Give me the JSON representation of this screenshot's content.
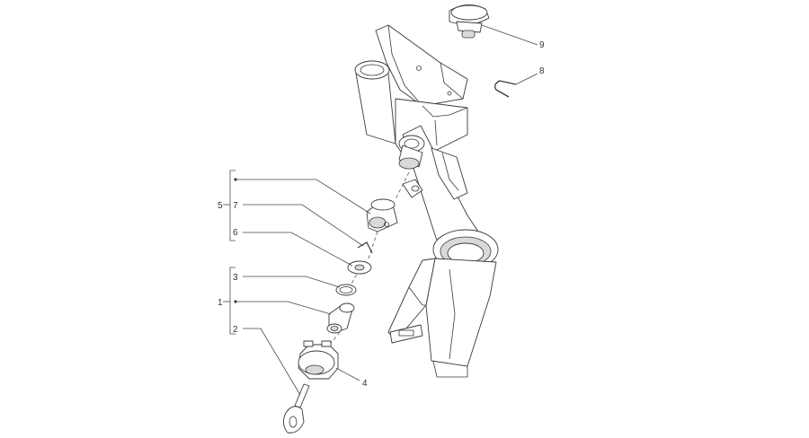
{
  "callouts": {
    "c1": "1",
    "c2": "2",
    "c3": "3",
    "c4": "4",
    "c5": "5",
    "c6": "6",
    "c7": "7",
    "c8": "8",
    "c9": "9"
  },
  "colors": {
    "line": "#3a3a3a",
    "shade": "#d9d9d9",
    "background": "#ffffff"
  }
}
